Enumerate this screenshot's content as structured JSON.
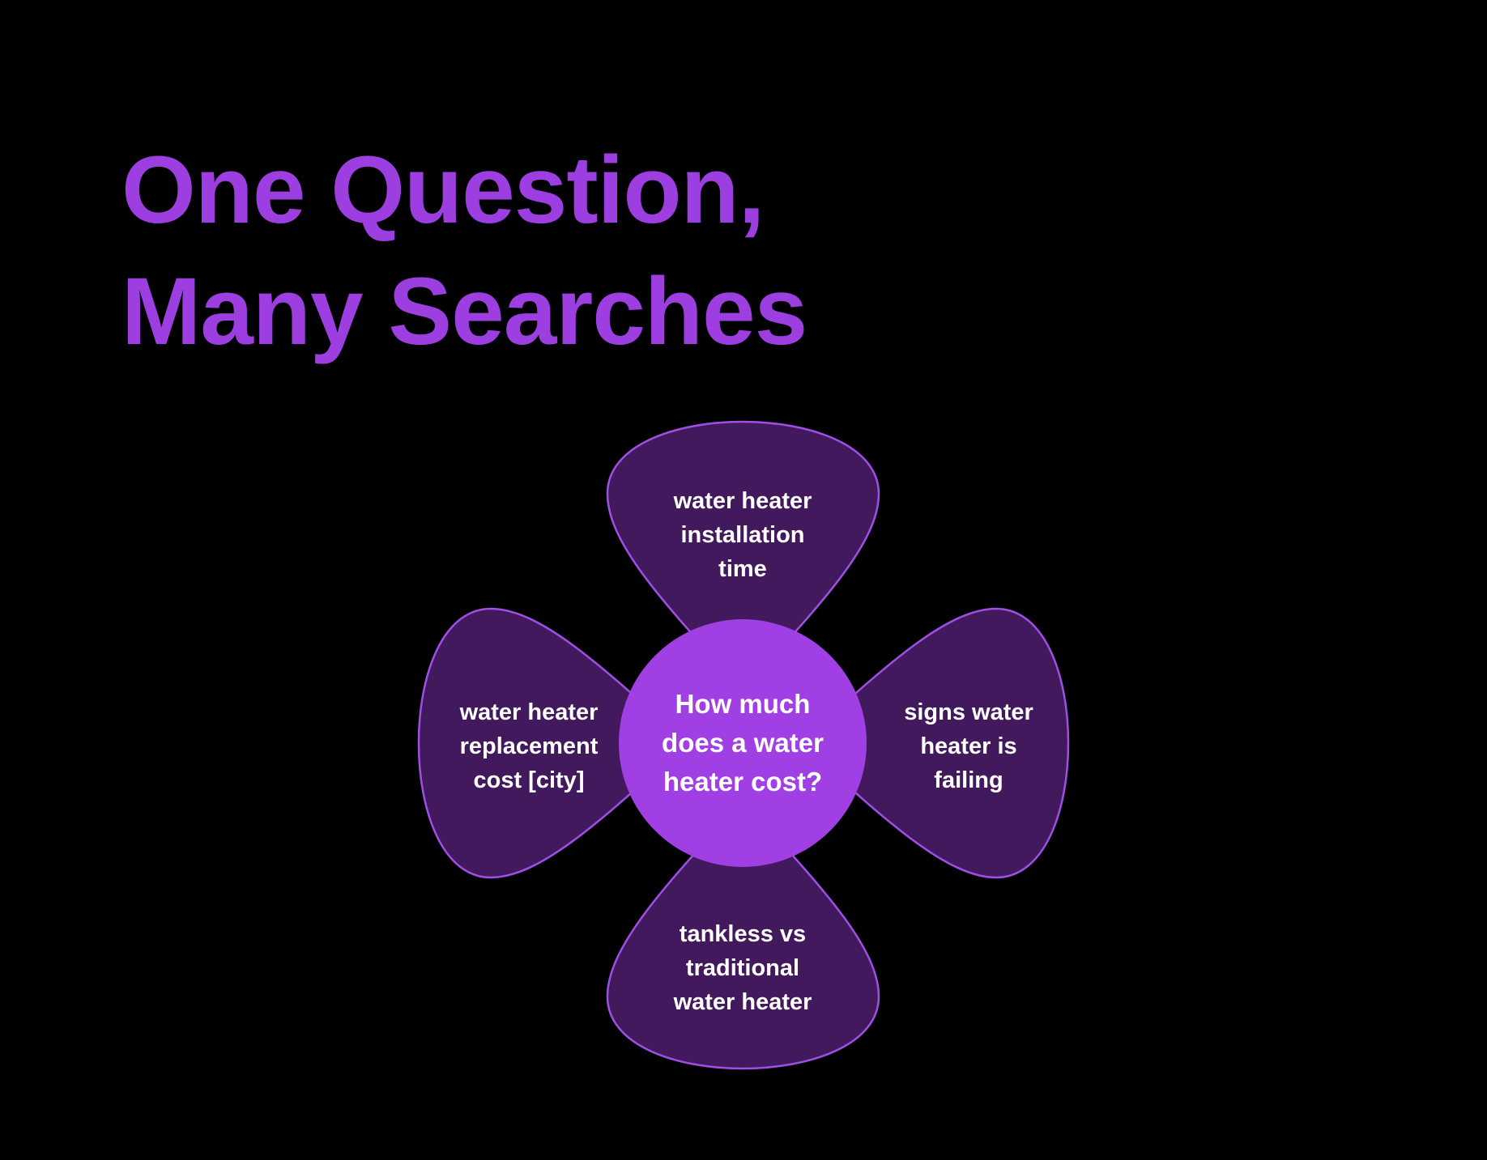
{
  "title": {
    "line1": "One Question,",
    "line2": "Many Searches"
  },
  "colors": {
    "background": "#000000",
    "accent": "#9d3ee0",
    "petal_fill": "#42195c",
    "petal_stroke": "#a04fe6",
    "center_fill": "#a040e4",
    "text": "#ffffff"
  },
  "center": {
    "lines": [
      "How much",
      "does a water",
      "heater cost?"
    ]
  },
  "petals": {
    "top": {
      "lines": [
        "water heater",
        "installation",
        "time"
      ]
    },
    "left": {
      "lines": [
        "water heater",
        "replacement",
        "cost [city]"
      ]
    },
    "right": {
      "lines": [
        "signs water",
        "heater is",
        "failing"
      ]
    },
    "bottom": {
      "lines": [
        "tankless vs",
        "traditional",
        "water heater"
      ]
    }
  }
}
